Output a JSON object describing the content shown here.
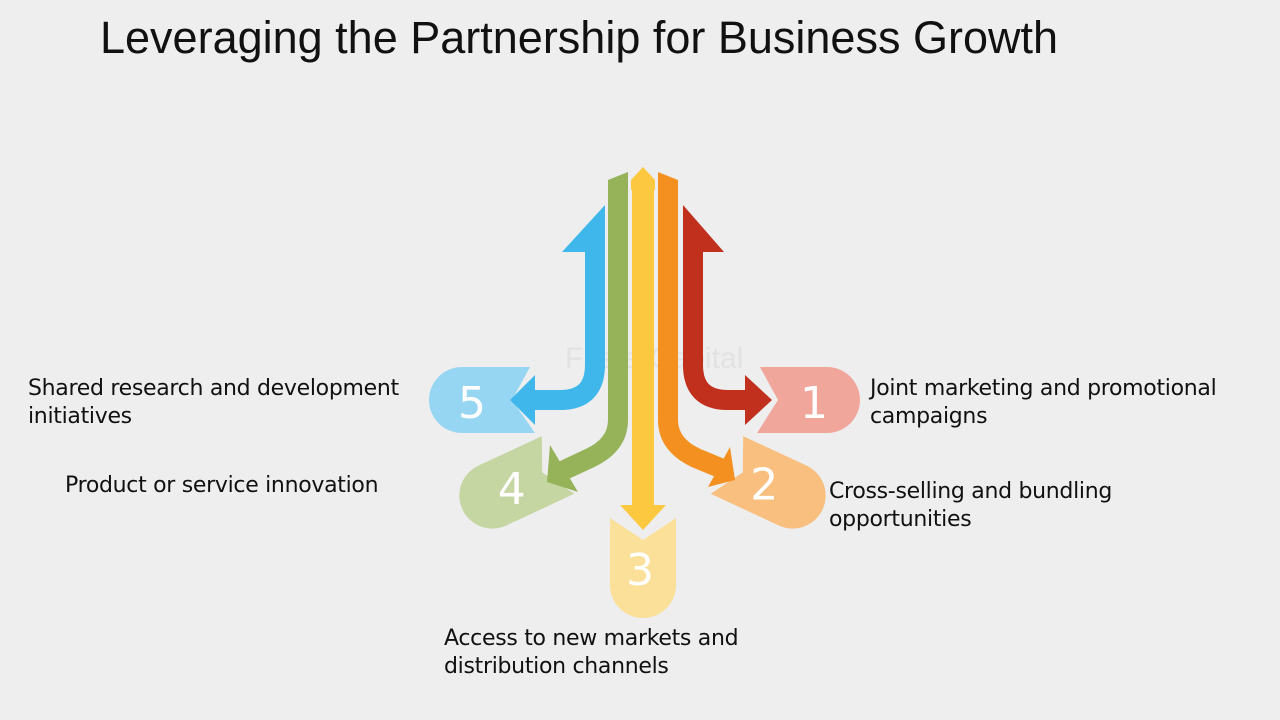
{
  "title": "Leveraging the Partnership for Business Growth",
  "watermark": "FasterCapital",
  "items": [
    {
      "number": "1",
      "label_line1": "Joint marketing and promotional",
      "label_line2": "campaigns",
      "color": "#c0301c",
      "badge_color": "#f0a69a"
    },
    {
      "number": "2",
      "label_line1": "Cross-selling and bundling",
      "label_line2": "opportunities",
      "color": "#f39020",
      "badge_color": "#f8bf7e"
    },
    {
      "number": "3",
      "label_line1": "Access to new markets and",
      "label_line2": "distribution channels",
      "color": "#fbc840",
      "badge_color": "#fbe09a"
    },
    {
      "number": "4",
      "label_line1": "Product or service innovation",
      "label_line2": "",
      "color": "#97b35a",
      "badge_color": "#c5d6a2"
    },
    {
      "number": "5",
      "label_line1": "Shared research and development",
      "label_line2": "initiatives",
      "color": "#3fb7ea",
      "badge_color": "#97d6f3"
    }
  ]
}
